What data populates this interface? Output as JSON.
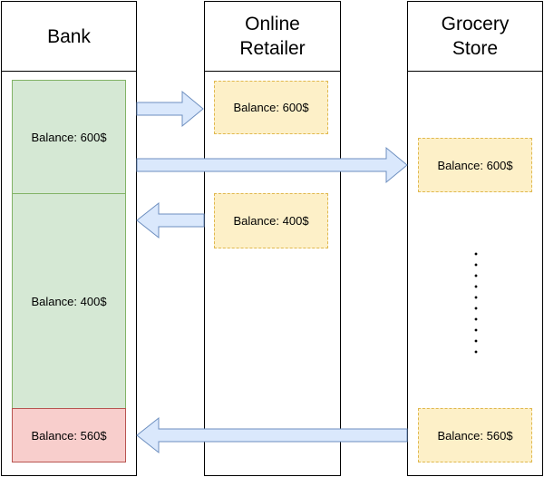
{
  "lanes": {
    "bank": "Bank",
    "retailer": "Online\nRetailer",
    "grocery": "Grocery\nStore"
  },
  "bank_blocks": [
    {
      "label": "Balance: 600$",
      "fill": "#d5e8d4",
      "stroke": "#82b366"
    },
    {
      "label": "Balance: 400$",
      "fill": "#d5e8d4",
      "stroke": "#82b366"
    },
    {
      "label": "Balance: 560$",
      "fill": "#f8cecc",
      "stroke": "#b85450"
    }
  ],
  "retailer_notes": [
    "Balance: 600$",
    "Balance: 400$"
  ],
  "grocery_notes": [
    "Balance: 600$",
    "Balance: 560$"
  ],
  "colors": {
    "arrow_fill": "#dae8fc",
    "arrow_stroke": "#6c8ebf",
    "note_fill": "#fdf0c8",
    "note_border": "#e0b84e"
  }
}
